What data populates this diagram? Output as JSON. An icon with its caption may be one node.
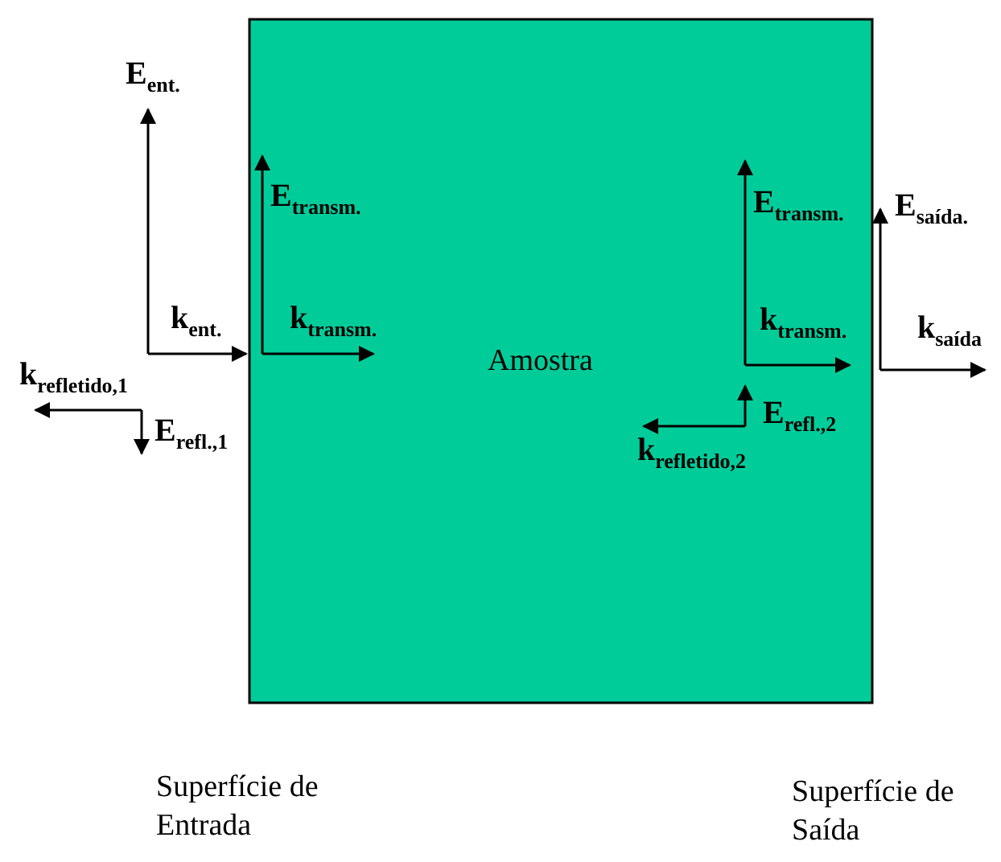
{
  "diagram": {
    "nodes": [
      {
        "text": [
          "Amostra"
        ]
      }
    ],
    "labels": [
      "E$_{ent.}$",
      "k$_{ent.}$",
      "k$_{refletido,1}$",
      "E$_{refl.,1}$",
      "E$_{transm.}$",
      "k$_{transm.}$",
      "E$_{transm.}$",
      "E$_{saída.}$",
      "k$_{transm.}$",
      "k$_{saída}$",
      "E$_{refl.,2}$",
      "k$_{refletido,2}$",
      "Superfície de Entrada",
      "Superfície de Saída"
    ]
  }
}
